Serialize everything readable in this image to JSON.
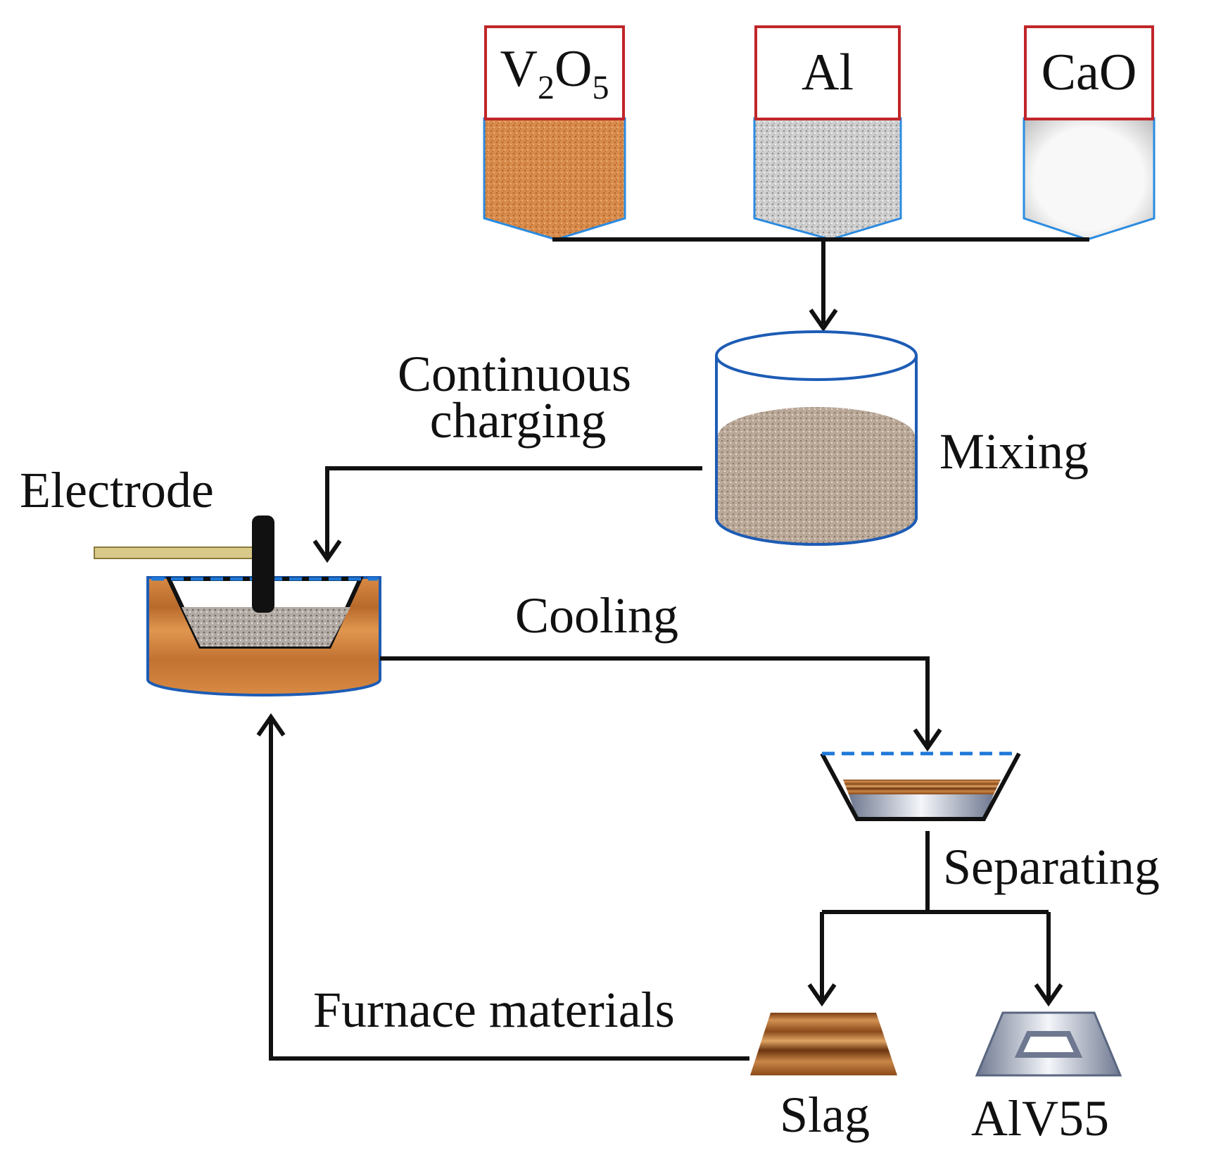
{
  "hoppers": [
    {
      "formula_main": "V",
      "formula_sub1": "2",
      "formula_mid": "O",
      "formula_sub2": "5"
    },
    {
      "label": "Al"
    },
    {
      "label": "CaO"
    }
  ],
  "steps": {
    "mixing": "Mixing",
    "continuous_charging_line1": "Continuous",
    "continuous_charging_line2": "charging",
    "electrode": "Electrode",
    "cooling": "Cooling",
    "separating": "Separating",
    "furnace_materials": "Furnace materials"
  },
  "products": {
    "slag": "Slag",
    "alloy": "AlV55"
  },
  "colors": {
    "hopper_border": "#c0262a",
    "vessel_outline": "#1d5cb5",
    "dashed_rim": "#1e78d8",
    "wood": "#c87a36",
    "v2o5_powder": "#d58a4a",
    "al_powder": "#c9c9c9",
    "cao_powder": "#efefef",
    "mixture": "#b9a89a",
    "flow_line": "#111111"
  }
}
